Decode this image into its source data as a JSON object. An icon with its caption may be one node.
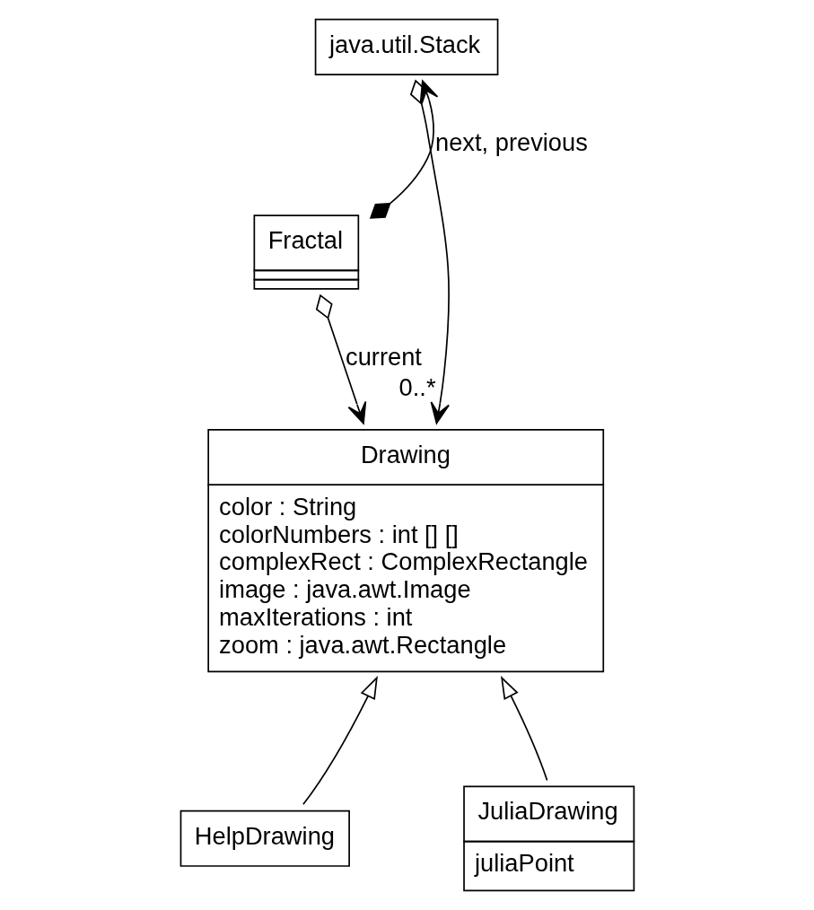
{
  "diagram": {
    "nodes": [
      {
        "text": [
          "java.util.Stack"
        ]
      },
      {
        "text": [
          "Fractal"
        ]
      },
      {
        "text": [
          "Drawing",
          "color : String",
          "colorNumbers : int [] []",
          "complexRect : ComplexRectangle",
          "image : java.awt.Image",
          "maxIterations : int",
          "zoom : java.awt.Rectangle"
        ]
      },
      {
        "text": [
          "HelpDrawing"
        ]
      },
      {
        "text": [
          "JuliaDrawing",
          "juliaPoint"
        ]
      }
    ],
    "edges": [
      {
        "from": 1,
        "to": 0,
        "arrow": "to",
        "label": "next, previous"
      },
      {
        "from": 0,
        "to": 2,
        "arrow": "to",
        "label": "0..*"
      },
      {
        "from": 1,
        "to": 2,
        "arrow": "to",
        "label": "current"
      },
      {
        "from": 3,
        "to": 2,
        "arrow": "to"
      },
      {
        "from": 4,
        "to": 2,
        "arrow": "to"
      }
    ]
  }
}
